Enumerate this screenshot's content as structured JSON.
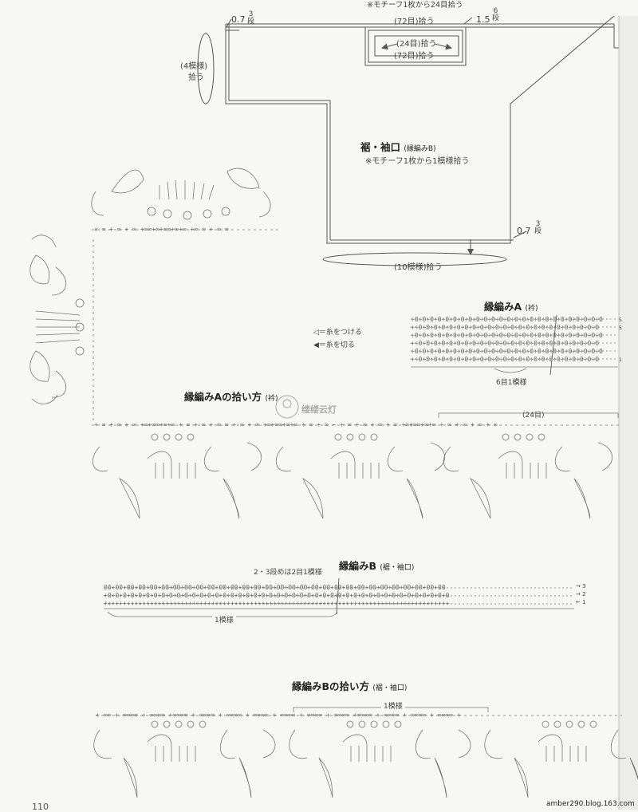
{
  "top_note": "※モチーフ1枚から24目拾う",
  "top_labels": {
    "left_depth": "0.7",
    "left_rows": "3段",
    "right_depth": "1.5",
    "right_rows": "6段",
    "pick_72_top": "(72目)拾う",
    "pick_24": "(24目)拾う",
    "pick_72_bottom": "(72目)拾う",
    "pick_4_line1": "(4模様)",
    "pick_4_line2": "拾う"
  },
  "hem": {
    "title": "裾・袖口",
    "title_note": "(縁編みB)",
    "note": "※モチーフ1枚から1模様拾う",
    "depth": "0.7",
    "rows": "3段",
    "pick_label": "(10模様)拾う"
  },
  "edge_a": {
    "title": "縁編みA",
    "title_note": "(衿)",
    "repeat_label": "6目1模様",
    "row_numbers": [
      "5",
      "5",
      "1"
    ]
  },
  "legend": {
    "attach": "＝糸をつける",
    "cut": "＝糸を切る"
  },
  "pick_a": {
    "title": "縁編みAの拾い方",
    "title_note": "(衿)",
    "count_label": "(24目)"
  },
  "watermark": "缕缕云灯",
  "edge_b": {
    "title": "縁編みB",
    "title_note": "(裾・袖口)",
    "note": "2・3段めは2目1模様",
    "repeat_label": "1模様",
    "row_numbers": [
      "3",
      "2",
      "1"
    ]
  },
  "pick_b": {
    "title": "縁編みBの拾い方",
    "title_note": "(裾・袖口)",
    "repeat_label": "1模様"
  },
  "footer": {
    "page_number": "110",
    "url": "amber290.blog.163.com"
  }
}
